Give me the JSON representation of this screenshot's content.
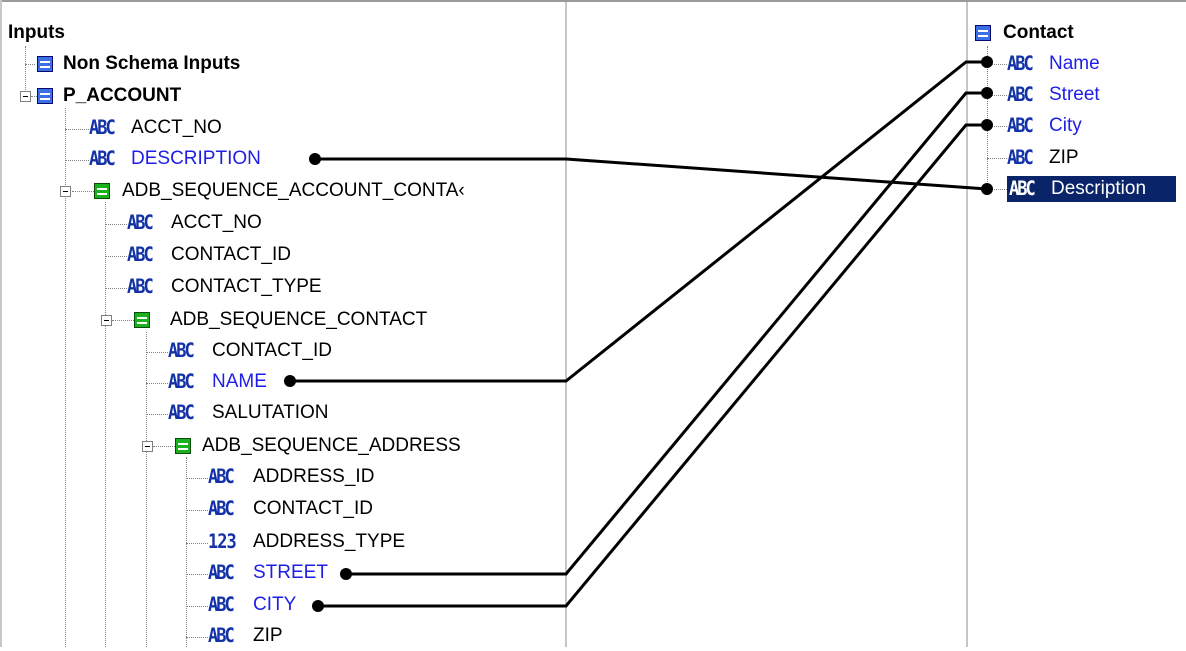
{
  "source_tree": {
    "header": "Inputs",
    "non_schema": "Non Schema Inputs",
    "root": "P_ACCOUNT",
    "acct_no": "ACCT_NO",
    "description": "DESCRIPTION",
    "seq_account_contact": "ADB_SEQUENCE_ACCOUNT_CONTA‹",
    "sac_acct_no": "ACCT_NO",
    "sac_contact_id": "CONTACT_ID",
    "sac_contact_type": "CONTACT_TYPE",
    "seq_contact": "ADB_SEQUENCE_CONTACT",
    "sc_contact_id": "CONTACT_ID",
    "sc_name": "NAME",
    "sc_salutation": "SALUTATION",
    "seq_address": "ADB_SEQUENCE_ADDRESS",
    "sa_address_id": "ADDRESS_ID",
    "sa_contact_id": "CONTACT_ID",
    "sa_address_type": "ADDRESS_TYPE",
    "sa_street": "STREET",
    "sa_city": "CITY",
    "sa_zip": "ZIP"
  },
  "target_tree": {
    "header": "Contact",
    "name": "Name",
    "street": "Street",
    "city": "City",
    "zip": "ZIP",
    "description": "Description"
  },
  "icons": {
    "string": "ABC",
    "number": "123"
  },
  "mappings": [
    {
      "from": "DESCRIPTION",
      "to": "Description"
    },
    {
      "from": "NAME",
      "to": "Name"
    },
    {
      "from": "STREET",
      "to": "Street"
    },
    {
      "from": "CITY",
      "to": "City"
    }
  ],
  "colors": {
    "mapped_text": "#1e1ee6",
    "record_icon": "#3b6fe8",
    "sequence_icon": "#19b21e",
    "selection_bg": "#0a246a"
  }
}
